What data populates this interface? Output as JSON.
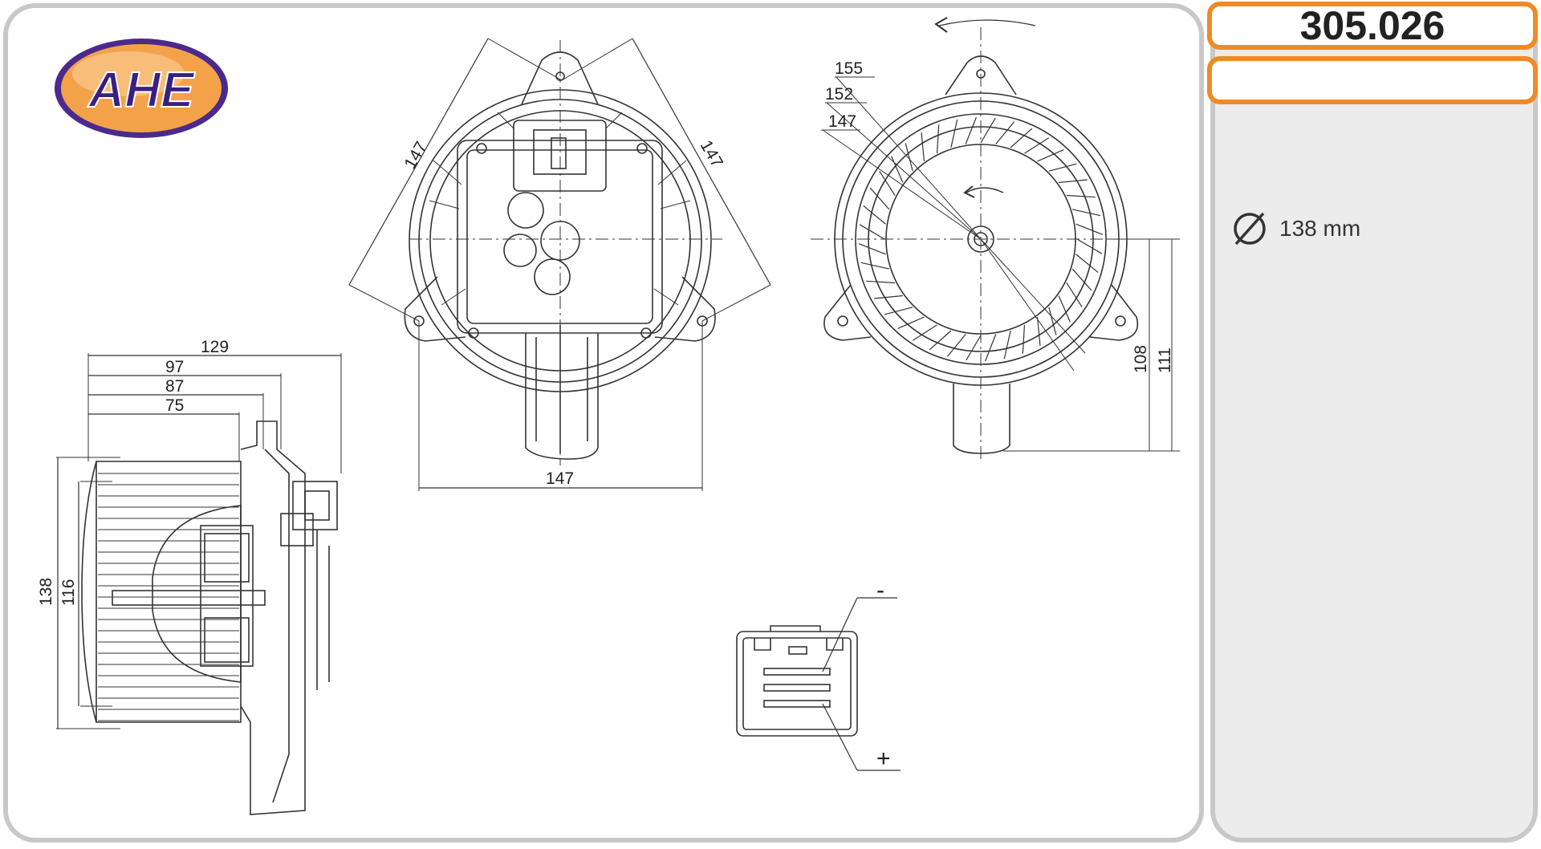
{
  "brand": {
    "logo_text": "AHE",
    "colors": {
      "ellipse": "#f4a24a",
      "outline": "#4b2a8c",
      "text": "#3a1f82"
    }
  },
  "part": {
    "code": "305.026",
    "subtitle": ""
  },
  "spec": {
    "diameter_icon": "diameter-icon",
    "diameter": "138 mm"
  },
  "dimensions": {
    "front_diag_left": "147",
    "front_diag_right": "147",
    "front_width": "147",
    "top_155": "155",
    "top_152": "152",
    "top_147": "147",
    "height_108": "108",
    "height_111": "111",
    "side_129": "129",
    "side_97": "97",
    "side_87": "87",
    "side_75": "75",
    "side_138": "138",
    "side_116": "116"
  },
  "connector": {
    "minus": "-",
    "plus": "+"
  },
  "colors": {
    "accent": "#f08a24",
    "frame": "#c8c8c8",
    "line": "#333333"
  }
}
